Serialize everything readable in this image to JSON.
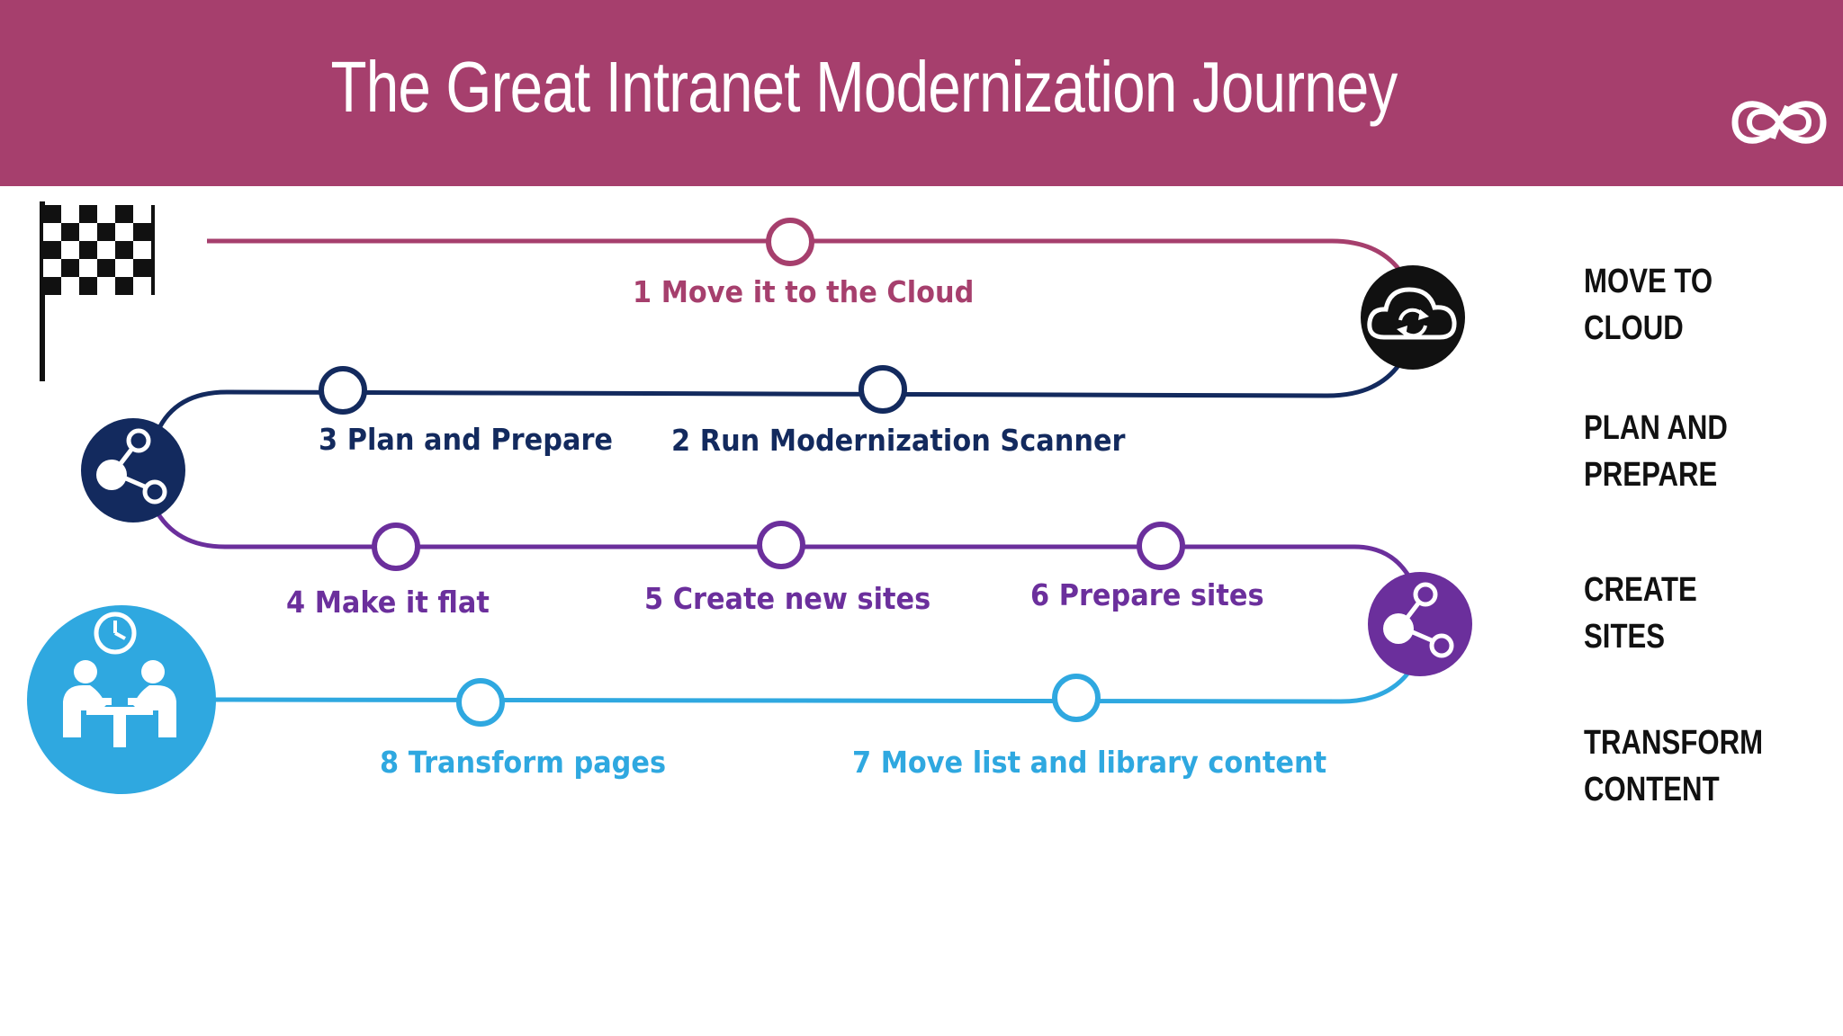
{
  "title": "The Great Intranet Modernization Journey",
  "colors": {
    "header": "#a63f6d",
    "move_to_cloud": "#a63f6d",
    "plan_prepare": "#132a5e",
    "create_sites": "#6b2f9c",
    "transform": "#2fa8e0",
    "text_dark": "#111111"
  },
  "icons": {
    "finish_flag": "checkered-flag-icon",
    "cloud": "cloud-sync-icon",
    "plan": "share-nodes-icon",
    "create": "share-nodes-icon",
    "transform": "meeting-people-icon",
    "logo": "infinity-logo-icon"
  },
  "steps": [
    {
      "label": "1 Move it to the Cloud",
      "phase": "move"
    },
    {
      "label": "2 Run Modernization Scanner",
      "phase": "plan"
    },
    {
      "label": "3 Plan and Prepare",
      "phase": "plan"
    },
    {
      "label": "4 Make it flat",
      "phase": "create"
    },
    {
      "label": "5 Create new sites",
      "phase": "create"
    },
    {
      "label": "6 Prepare sites",
      "phase": "create"
    },
    {
      "label": "7 Move list and library content",
      "phase": "transform"
    },
    {
      "label": "8 Transform pages",
      "phase": "transform"
    }
  ],
  "phases": [
    {
      "line1": "MOVE TO",
      "line2": "CLOUD"
    },
    {
      "line1": "PLAN AND",
      "line2": "PREPARE"
    },
    {
      "line1": "CREATE",
      "line2": "SITES"
    },
    {
      "line1": "TRANSFORM",
      "line2": "CONTENT"
    }
  ]
}
